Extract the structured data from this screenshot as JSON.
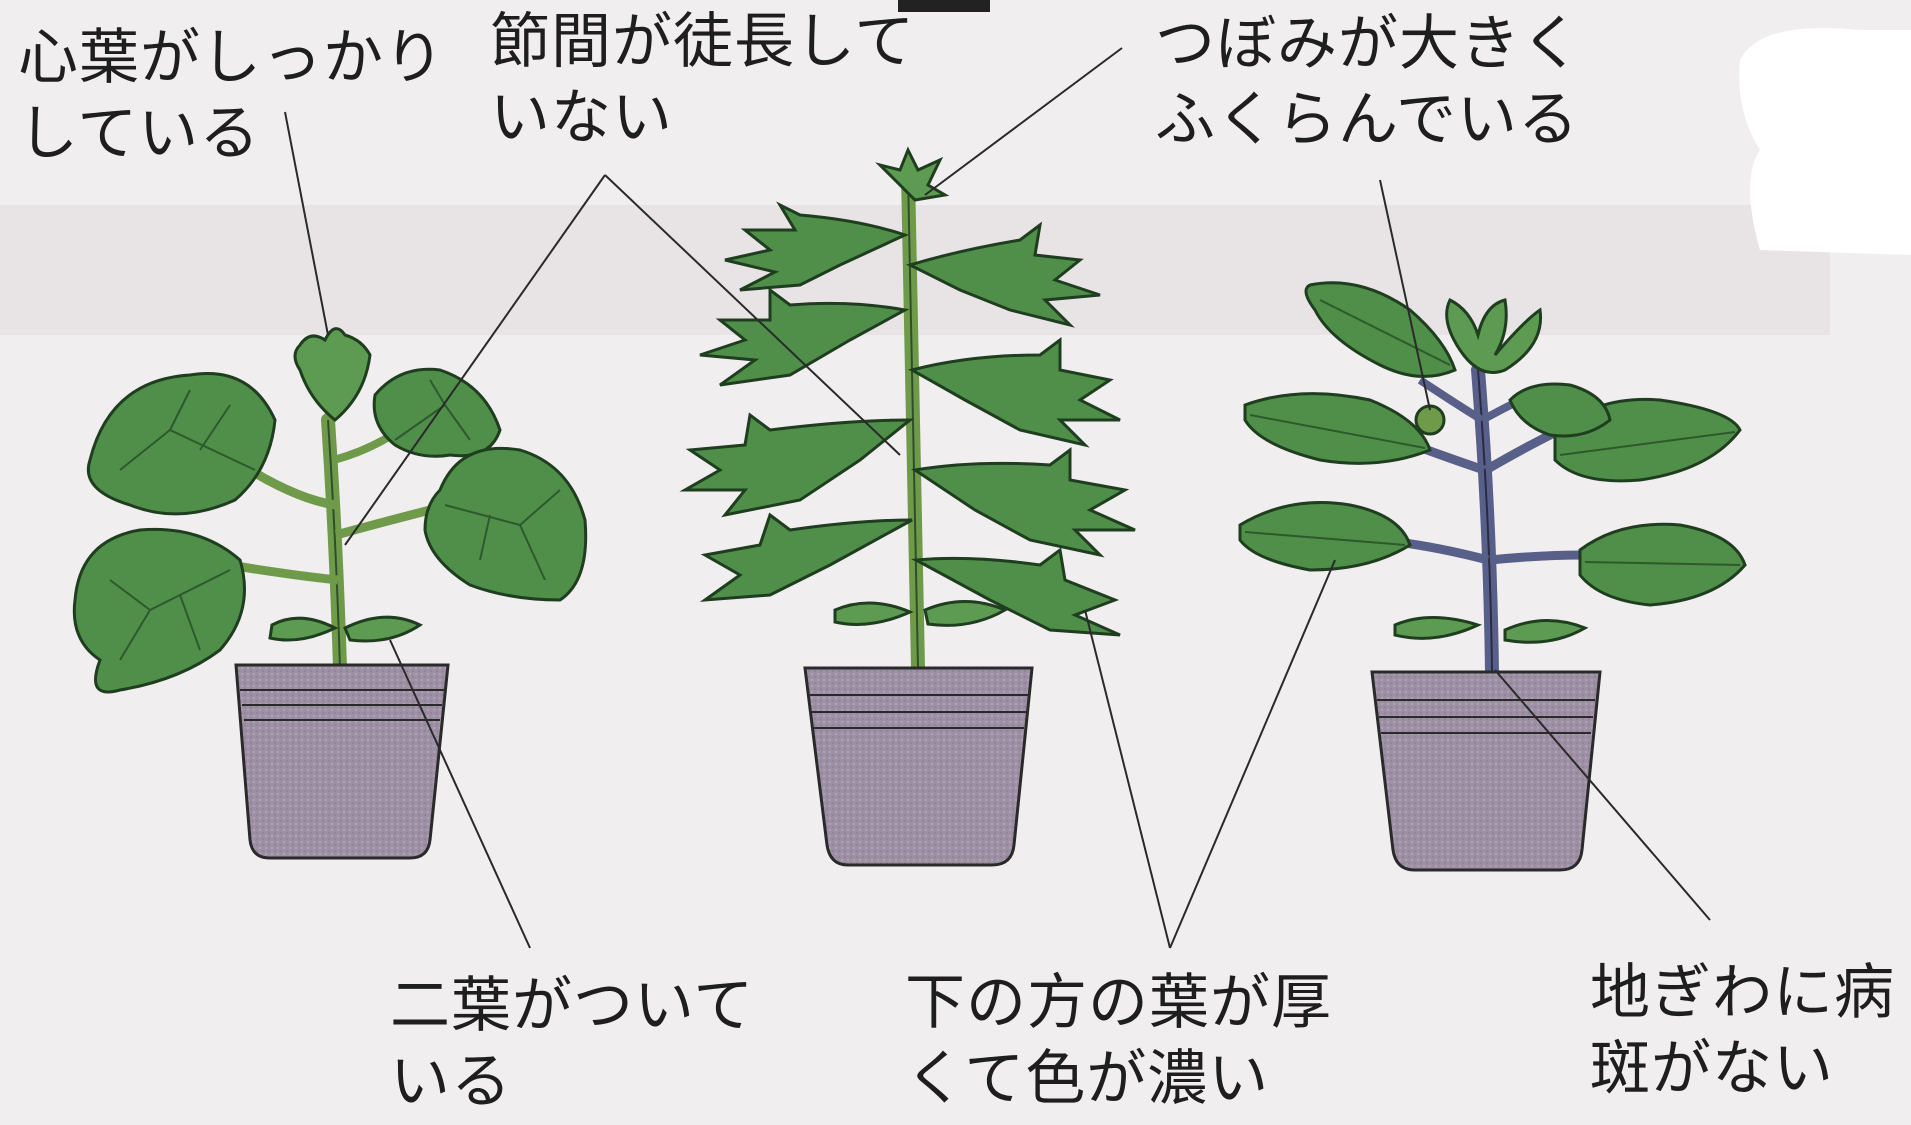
{
  "labels": {
    "top_left": {
      "line1": "心葉がしっかり",
      "line2": "している"
    },
    "top_mid": {
      "line1": "節間が徒長して",
      "line2": "いない"
    },
    "top_right": {
      "line1": "つぼみが大きく",
      "line2": "ふくらんでいる"
    },
    "bot_left": {
      "line1": "二葉がついて",
      "line2": "いる"
    },
    "bot_mid": {
      "line1": "下の方の葉が厚",
      "line2": "くて色が濃い"
    },
    "bot_right": {
      "line1": "地ぎわに病",
      "line2": "斑がない"
    }
  },
  "colors": {
    "background": "#f1eeef",
    "leaf": "#4f8f4a",
    "leaf_dark": "#2f6b32",
    "stem": "#6f9a4a",
    "pot": "#9d8fa4",
    "pot_rim": "#b3a6b8",
    "line": "#2a2a2a"
  }
}
